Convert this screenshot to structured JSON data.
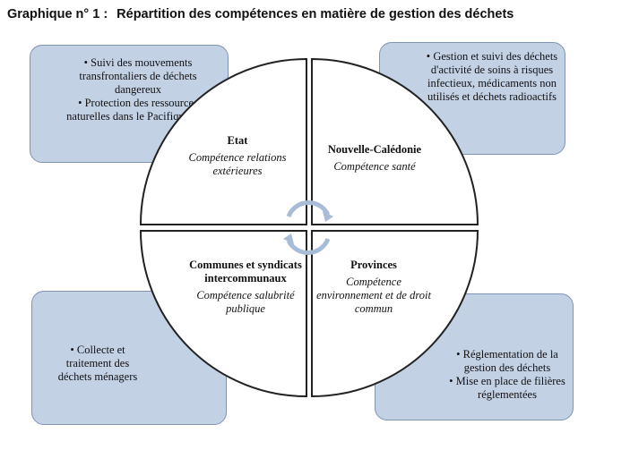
{
  "header": {
    "title_prefix": "Graphique n° 1 :",
    "title_text": "Répartition des compétences en matière de gestion des déchets"
  },
  "colors": {
    "box_fill": "#c3d1e5",
    "box_border": "#7f93b2",
    "wheel_stroke": "#222222",
    "arrow": "#a9bcd6"
  },
  "boxes": {
    "top_left": {
      "bullets": [
        "Suivi des mouvements transfrontaliers de déchets dangereux",
        "Protection des ressources naturelles dans le Pacifique Sud"
      ]
    },
    "top_right": {
      "bullets": [
        "Gestion et suivi des déchets d'activité de soins à risques infectieux, médicaments non utilisés et déchets radioactifs"
      ]
    },
    "bottom_left": {
      "bullets": [
        "Collecte et traitement des déchets ménagers"
      ]
    },
    "bottom_right": {
      "bullets": [
        "Réglementation de la gestion des déchets",
        "Mise en place de filières réglementées"
      ]
    }
  },
  "quadrants": {
    "top_left": {
      "title": "Etat",
      "competence": "Compétence relations extérieures"
    },
    "top_right": {
      "title": "Nouvelle-Calédonie",
      "competence": "Compétence santé"
    },
    "bottom_left": {
      "title": "Communes et syndicats intercommunaux",
      "competence": "Compétence salubrité publique"
    },
    "bottom_right": {
      "title": "Provinces",
      "competence": "Compétence environnement et de droit commun"
    }
  }
}
